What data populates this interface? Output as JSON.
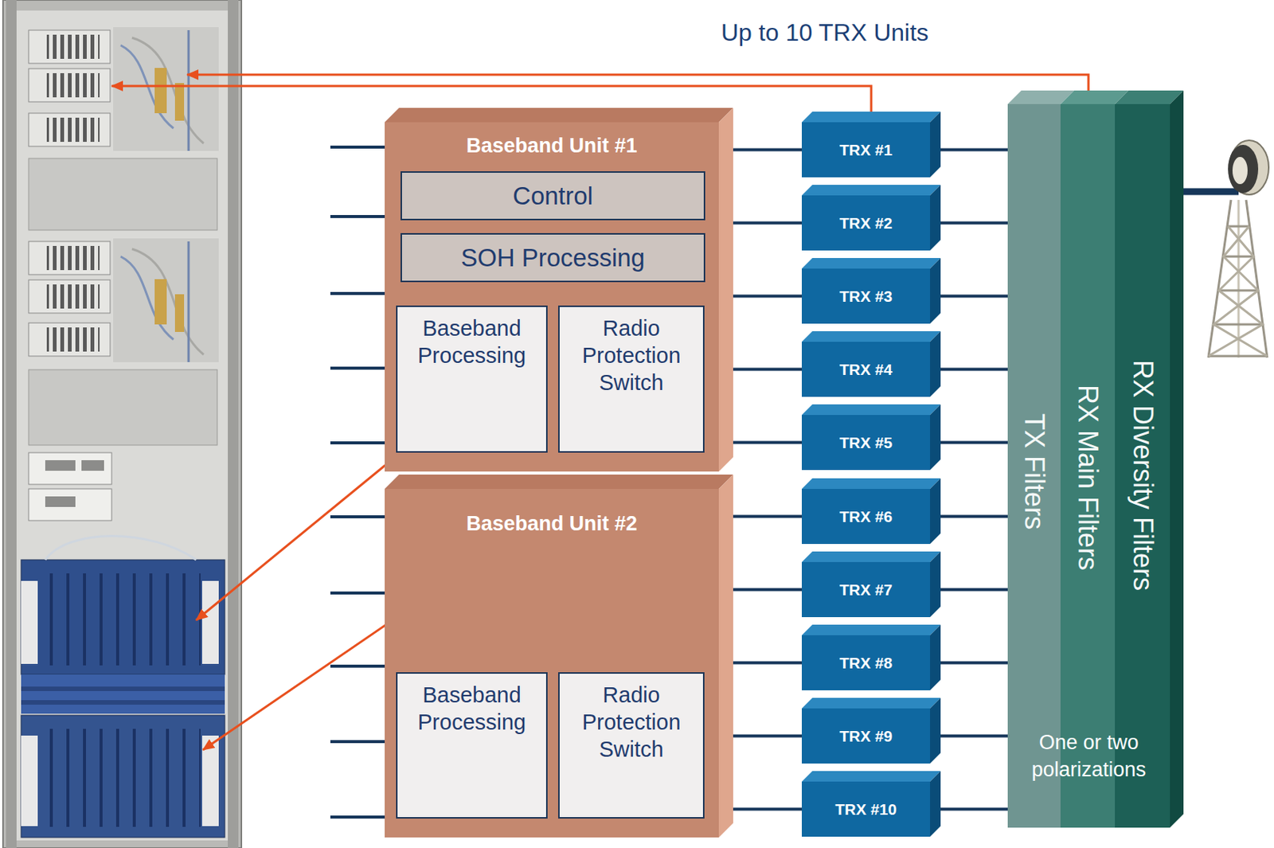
{
  "diagram": {
    "nodes": [
      {
        "text": [
          "Baseband Unit #1"
        ]
      },
      {
        "text": [
          "Control"
        ],
        "in": 0
      },
      {
        "text": [
          "SOH Processing"
        ],
        "in": 0
      },
      {
        "text": [
          "Baseband Processing"
        ],
        "in": 0
      },
      {
        "text": [
          "Radio Protection Switch"
        ],
        "in": 0
      },
      {
        "text": [
          "Baseband Unit #2"
        ]
      },
      {
        "text": [
          "Baseband Processing"
        ],
        "in": 5
      },
      {
        "text": [
          "Radio Protection Switch"
        ],
        "in": 5
      },
      {
        "text": [
          "TRX #1"
        ]
      },
      {
        "text": [
          "TRX #2"
        ]
      },
      {
        "text": [
          "TRX #3"
        ]
      },
      {
        "text": [
          "TRX #4"
        ]
      },
      {
        "text": [
          "TRX #5"
        ]
      },
      {
        "text": [
          "TRX #6"
        ]
      },
      {
        "text": [
          "TRX #7"
        ]
      },
      {
        "text": [
          "TRX #8"
        ]
      },
      {
        "text": [
          "TRX #9"
        ]
      },
      {
        "text": [
          "TRX #10"
        ]
      },
      {
        "text": [
          "TX Filters"
        ]
      },
      {
        "text": [
          "RX Main Filters"
        ]
      },
      {
        "text": [
          "RX Diversity Filters"
        ]
      }
    ],
    "edges": [
      {
        "from": 0,
        "to": 8,
        "arrow": "none"
      },
      {
        "from": 0,
        "to": 9,
        "arrow": "none"
      },
      {
        "from": 0,
        "to": 10,
        "arrow": "none"
      },
      {
        "from": 0,
        "to": 11,
        "arrow": "none"
      },
      {
        "from": 0,
        "to": 12,
        "arrow": "none"
      },
      {
        "from": 5,
        "to": 13,
        "arrow": "none"
      },
      {
        "from": 5,
        "to": 14,
        "arrow": "none"
      },
      {
        "from": 5,
        "to": 15,
        "arrow": "none"
      },
      {
        "from": 5,
        "to": 16,
        "arrow": "none"
      },
      {
        "from": 5,
        "to": 17,
        "arrow": "none"
      },
      {
        "from": 8,
        "to": 18,
        "arrow": "none"
      },
      {
        "from": 9,
        "to": 18,
        "arrow": "none"
      },
      {
        "from": 10,
        "to": 18,
        "arrow": "none"
      },
      {
        "from": 11,
        "to": 18,
        "arrow": "none"
      },
      {
        "from": 12,
        "to": 18,
        "arrow": "none"
      },
      {
        "from": 13,
        "to": 18,
        "arrow": "none"
      },
      {
        "from": 14,
        "to": 18,
        "arrow": "none"
      },
      {
        "from": 15,
        "to": 18,
        "arrow": "none"
      },
      {
        "from": 16,
        "to": 18,
        "arrow": "none"
      },
      {
        "from": 17,
        "to": 18,
        "arrow": "none"
      }
    ],
    "labels": [
      "Up to 10 TRX Units",
      "One or two polarizations"
    ]
  }
}
